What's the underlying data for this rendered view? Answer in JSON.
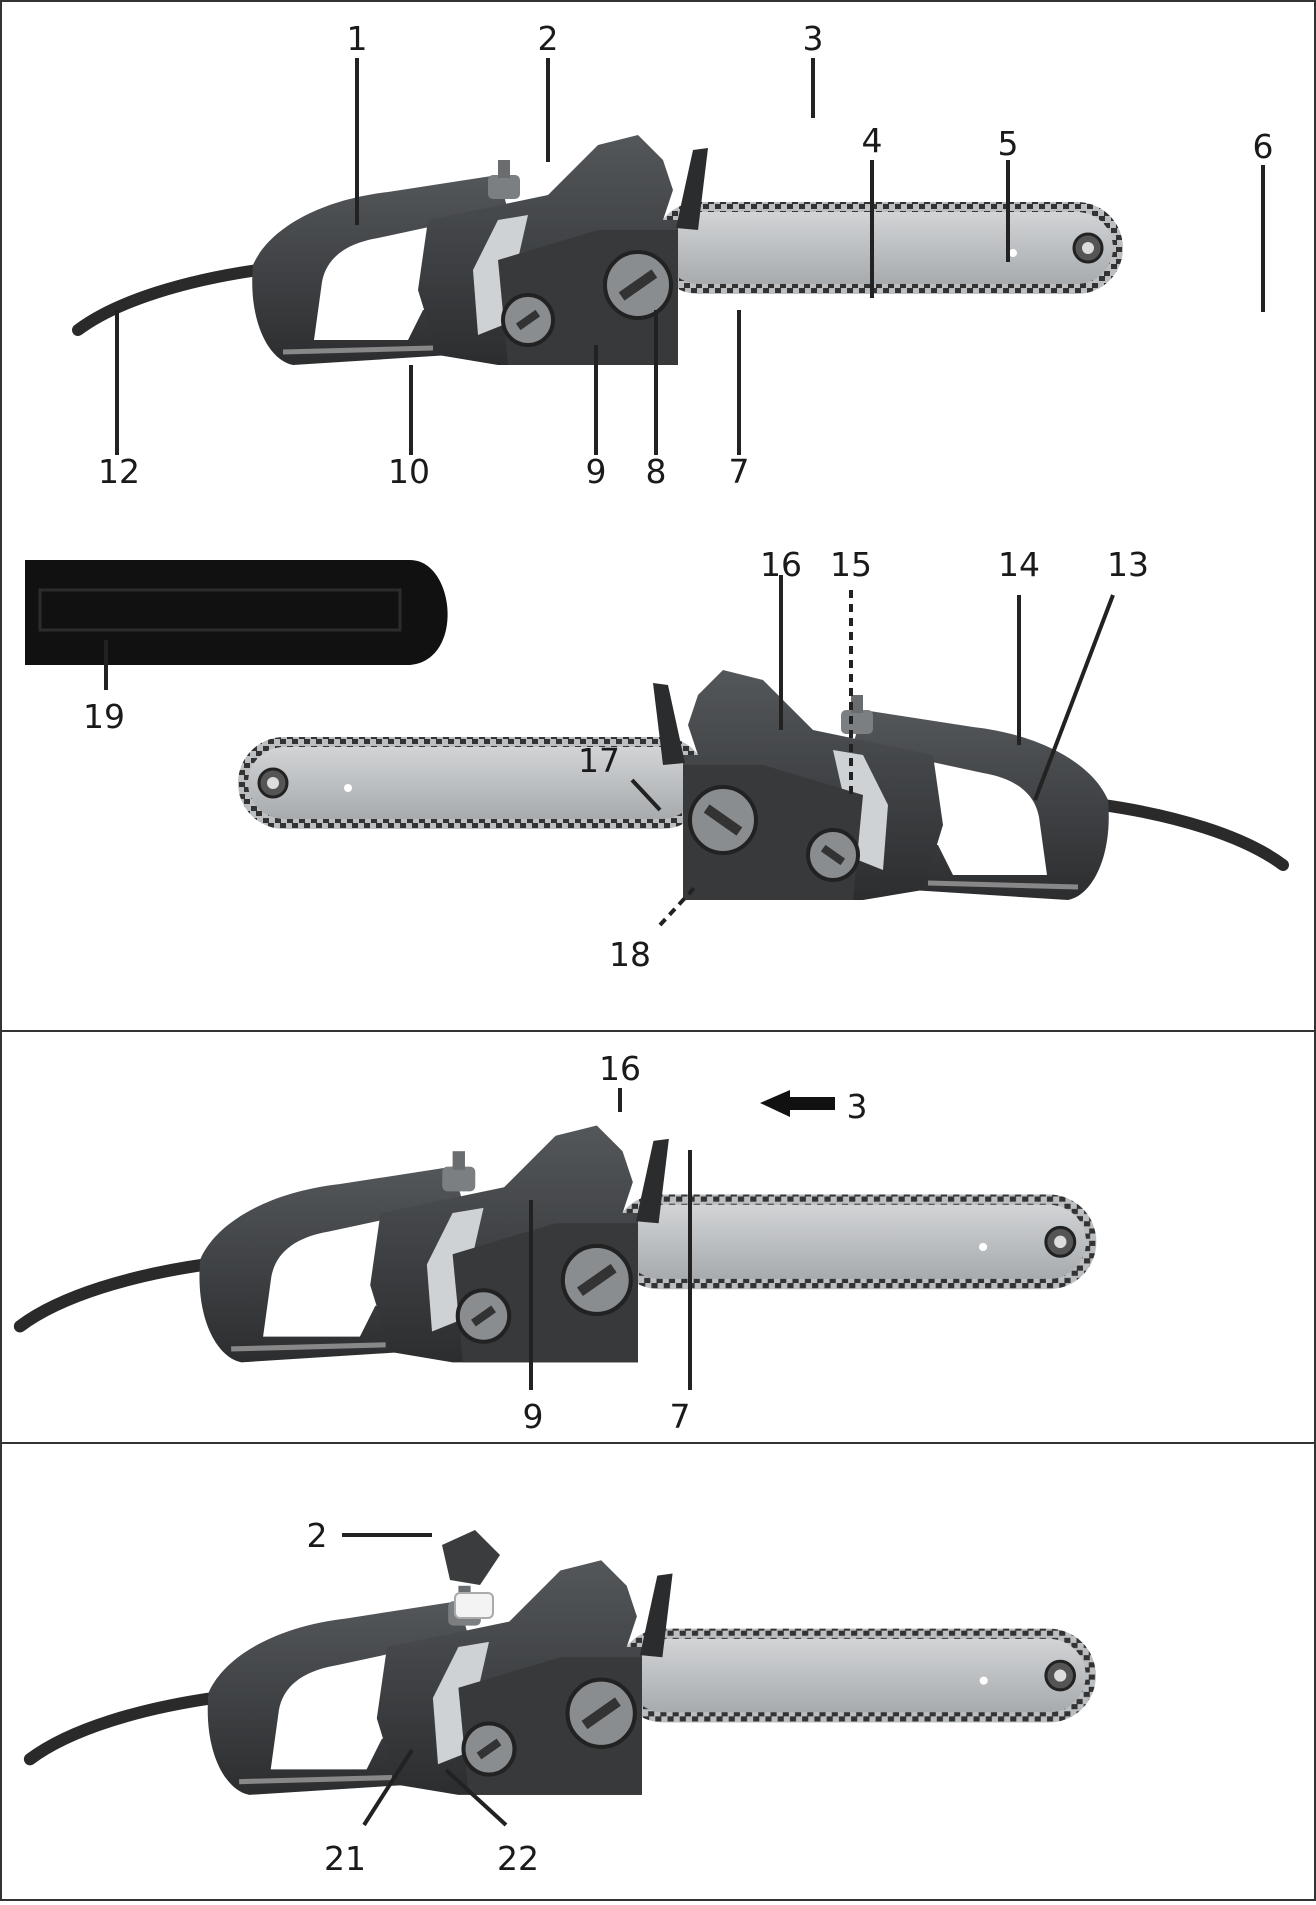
{
  "panels": [
    {
      "id": "panel-1",
      "callouts": [
        "1",
        "2",
        "3",
        "4",
        "5",
        "6",
        "7",
        "8",
        "9",
        "10",
        "12"
      ]
    },
    {
      "id": "panel-1b",
      "callouts": [
        "13",
        "14",
        "15",
        "16",
        "17",
        "18",
        "19"
      ]
    },
    {
      "id": "panel-2",
      "callouts": [
        "16",
        "3",
        "9",
        "7"
      ]
    },
    {
      "id": "panel-3",
      "callouts": [
        "2",
        "21",
        "22"
      ]
    }
  ],
  "colors": {
    "border": "#333333",
    "body_dark": "#2f3133",
    "body_mid": "#45484b",
    "bar_metal": "#b9bcbf",
    "chain": "#3a3a3a",
    "window": "#cfd2d4",
    "cap": "#7c7f82"
  }
}
